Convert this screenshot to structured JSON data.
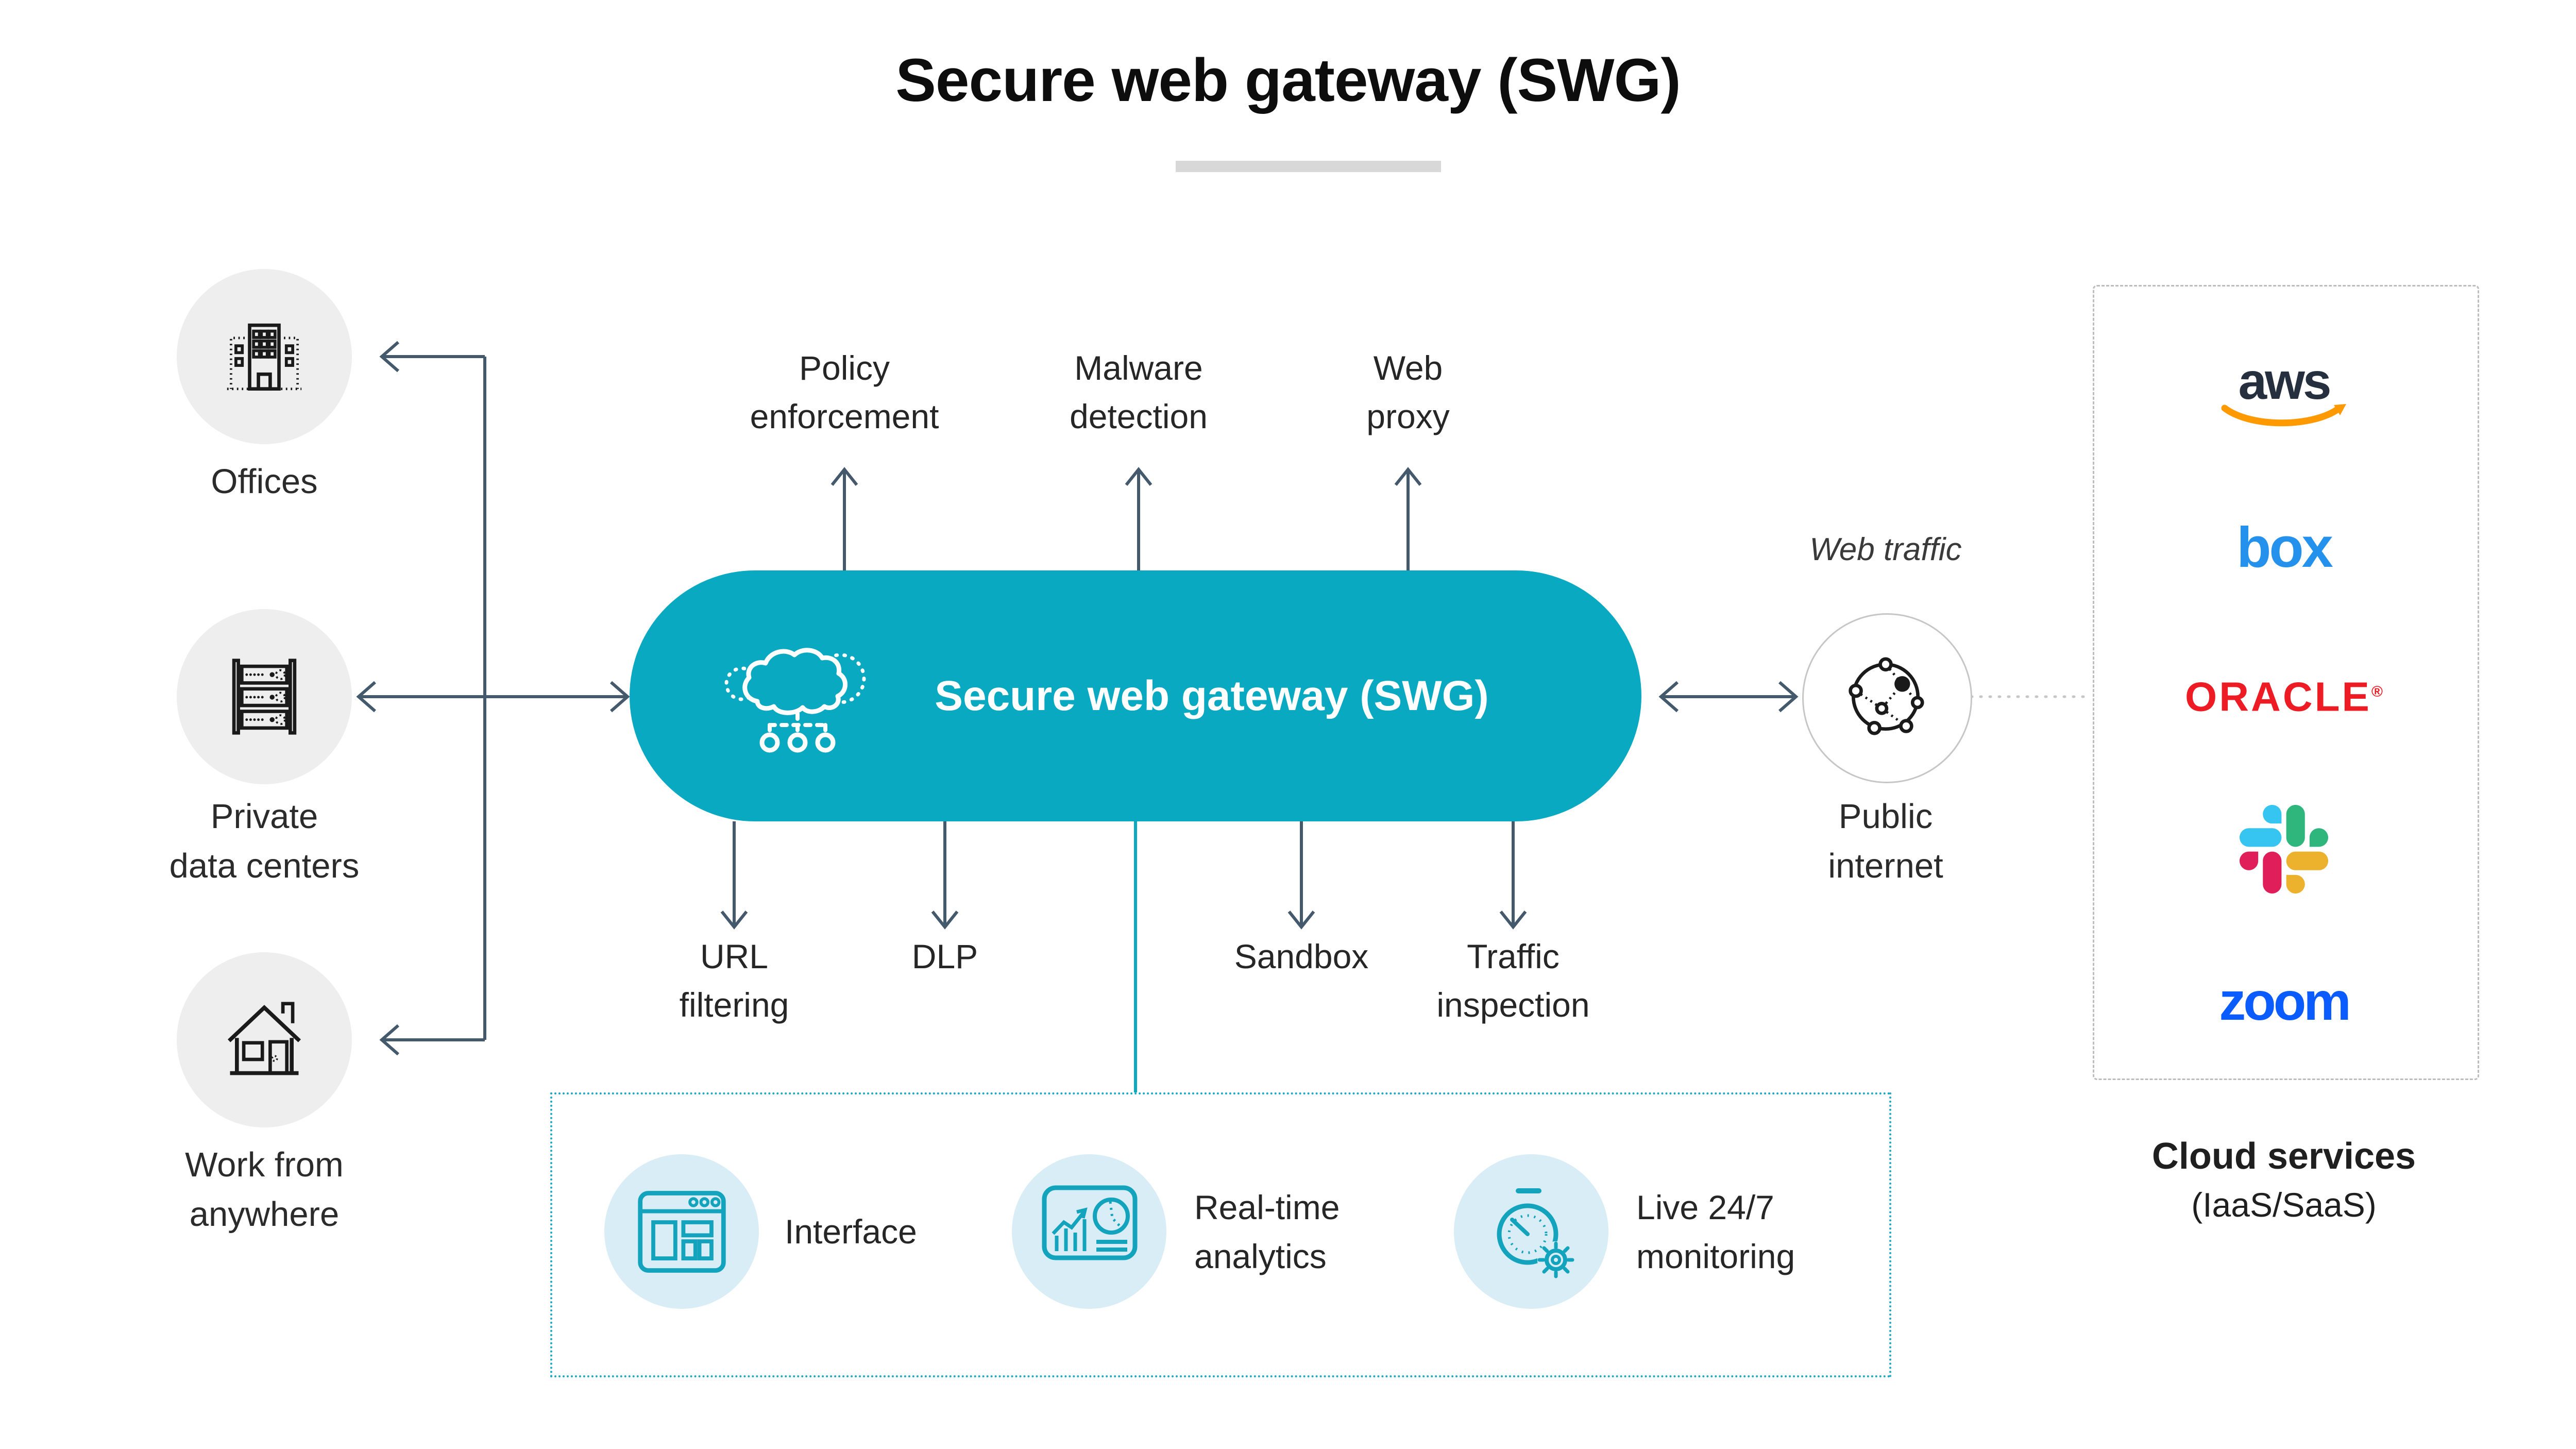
{
  "title": {
    "text": "Secure web gateway (SWG)"
  },
  "pill": {
    "label": "Secure web gateway (SWG)"
  },
  "sources": [
    {
      "line1": "Offices",
      "line2": ""
    },
    {
      "line1": "Private",
      "line2": "data centers"
    },
    {
      "line1": "Work from",
      "line2": "anywhere"
    }
  ],
  "top_features": [
    {
      "line1": "Policy",
      "line2": "enforcement"
    },
    {
      "line1": "Malware",
      "line2": "detection"
    },
    {
      "line1": "Web",
      "line2": "proxy"
    }
  ],
  "bottom_features": [
    {
      "line1": "URL",
      "line2": "filtering"
    },
    {
      "line1": "DLP",
      "line2": ""
    },
    {
      "line1": "Sandbox",
      "line2": ""
    },
    {
      "line1": "Traffic",
      "line2": "inspection"
    }
  ],
  "internet": {
    "traffic_label": "Web traffic",
    "line1": "Public",
    "line2": "internet"
  },
  "cloud": {
    "aws_text": "aws",
    "box_text": "box",
    "oracle_text": "ORACLE",
    "oracle_reg": "®",
    "zoom_text": "zoom",
    "caption_line1": "Cloud services",
    "caption_line2": "(IaaS/SaaS)"
  },
  "capabilities": [
    {
      "line1": "Interface",
      "line2": ""
    },
    {
      "line1": "Real-time",
      "line2": "analytics"
    },
    {
      "line1": "Live 24/7",
      "line2": "monitoring"
    }
  ],
  "colors": {
    "teal": "#0aa9c2",
    "teal-icon": "#14a3bc",
    "arrow": "#44596b",
    "node-fill": "#eeeeee",
    "cap-fill": "#d8edf6",
    "text-dark": "#2b2b2b",
    "title-color": "#0d0d0d",
    "underline": "#d8d8d8",
    "dotted-teal": "#1ca9c4",
    "dashed-gray": "#bdbdbd",
    "dotline-gray": "#c6c6c6",
    "internet-border": "#c6c6c6",
    "icon-dark": "#1a1a1a",
    "aws-dark": "#252f3e",
    "aws-orange": "#ff9900",
    "box-blue": "#2492ec",
    "oracle-red": "#ed1c24",
    "zoom-blue": "#0b5cff",
    "slack-blue": "#36c5f0",
    "slack-green": "#2eb67d",
    "slack-red": "#e01e5a",
    "slack-yellow": "#ecb22e"
  }
}
